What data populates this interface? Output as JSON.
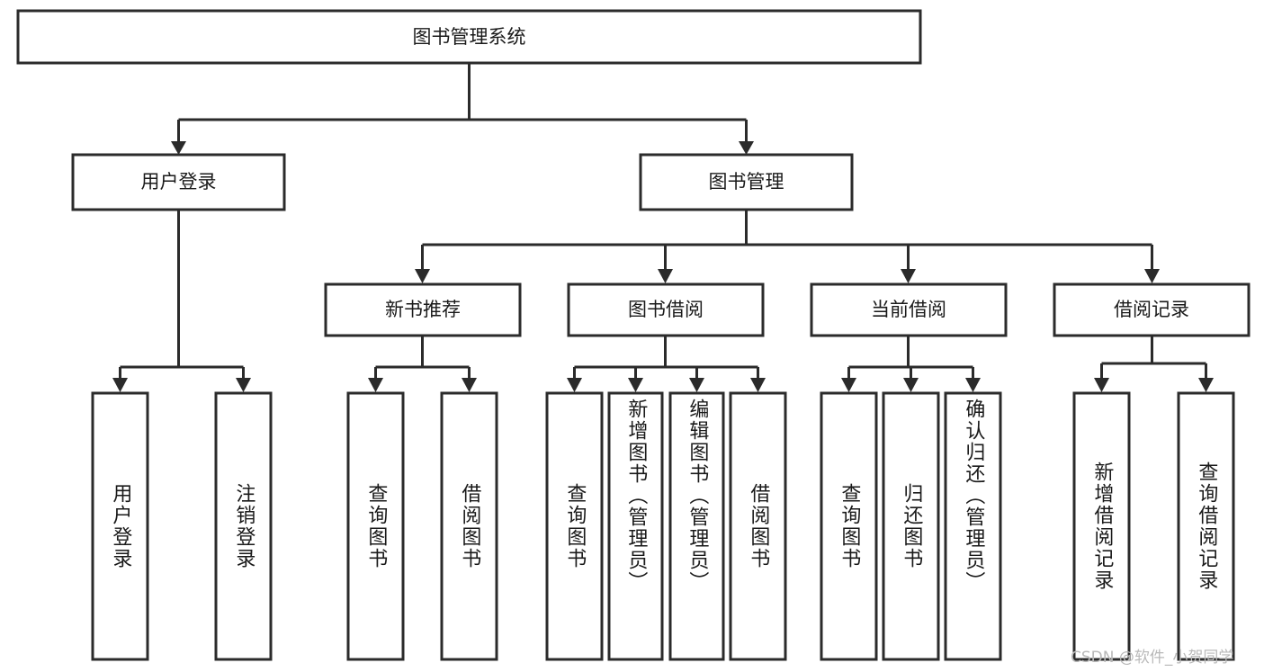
{
  "diagram": {
    "type": "tree",
    "orientation": "top-down",
    "title": "图书管理系统",
    "colors": {
      "box_stroke": "#2b2b2b",
      "box_fill": "#ffffff",
      "connector": "#2b2b2b",
      "text": "#1a1a1a",
      "watermark": "#b9b9b9",
      "background": "#ffffff"
    },
    "root": {
      "label": "图书管理系统"
    },
    "level2": [
      {
        "label": "用户登录"
      },
      {
        "label": "图书管理"
      }
    ],
    "level3": [
      {
        "label": "新书推荐"
      },
      {
        "label": "图书借阅"
      },
      {
        "label": "当前借阅"
      },
      {
        "label": "借阅记录"
      }
    ],
    "leaves": {
      "user_login": [
        {
          "label": "用户登录"
        },
        {
          "label": "注销登录"
        }
      ],
      "new_book_recommend": [
        {
          "label": "查询图书"
        },
        {
          "label": "借阅图书"
        }
      ],
      "book_borrow": [
        {
          "label": "查询图书"
        },
        {
          "label": "新增图书（管理员）"
        },
        {
          "label": "编辑图书（管理员）"
        },
        {
          "label": "借阅图书"
        }
      ],
      "current_borrow": [
        {
          "label": "查询图书"
        },
        {
          "label": "归还图书"
        },
        {
          "label": "确认归还（管理员）"
        }
      ],
      "borrow_record": [
        {
          "label": "新增借阅记录"
        },
        {
          "label": "查询借阅记录"
        }
      ]
    }
  },
  "watermark": {
    "text": "CSDN @软件_小贺同学"
  }
}
